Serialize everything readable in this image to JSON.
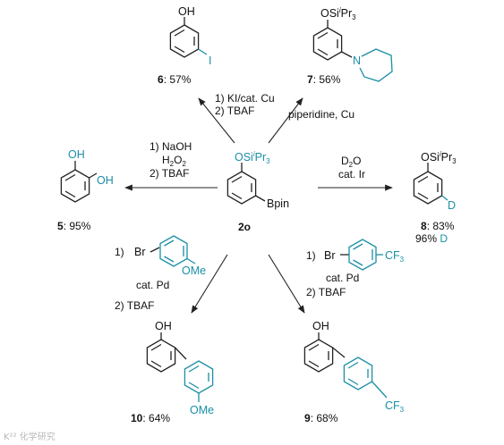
{
  "center": {
    "id": "2o",
    "top_group": "OSi",
    "sup": "i",
    "top_group_tail": "Pr",
    "sub": "3",
    "boron": "Bpin"
  },
  "products": {
    "p6": {
      "num": "6",
      "yield": ": 57%",
      "top": "OH",
      "sub_atom": "I"
    },
    "p7": {
      "num": "7",
      "yield": ": 56%",
      "top": "OSi",
      "sup": "i",
      "tail": "Pr",
      "sub": "3",
      "n_atom": "N"
    },
    "p5": {
      "num": "5",
      "yield": ": 95%",
      "top": "OH",
      "side": "OH"
    },
    "p8": {
      "num": "8",
      "yield": ": 83%",
      "yield2": "96% ",
      "yield2_atom": "D",
      "top": "OSi",
      "sup": "i",
      "tail": "Pr",
      "sub": "3",
      "d_atom": "D"
    },
    "p10": {
      "num": "10",
      "yield": ": 64%",
      "top": "OH",
      "ome": "OMe"
    },
    "p9": {
      "num": "9",
      "yield": ": 68%",
      "top": "OH",
      "cf3": "CF",
      "cf3_sub": "3"
    }
  },
  "conditions": {
    "c6": [
      "1) KI/cat. Cu",
      "2) TBAF"
    ],
    "c7": [
      "piperidine, Cu"
    ],
    "c5": {
      "l1": "1) NaOH",
      "l2": "H",
      "l2_sub": "2",
      "l2b": "O",
      "l2b_sub": "2",
      "l3": "2) TBAF"
    },
    "c8": {
      "l1": "D",
      "l1_sub": "2",
      "l1b": "O",
      "l2": "cat. Ir"
    },
    "c10": {
      "l1": "1)",
      "br": "Br",
      "ome": "OMe",
      "l2": "cat. Pd",
      "l3": "2) TBAF"
    },
    "c9": {
      "l1": "1)",
      "br": "Br",
      "cf3": "CF",
      "cf3_sub": "3",
      "l2": "cat. Pd",
      "l3": "2) TBAF"
    }
  },
  "watermark": "K²² 化学研究"
}
